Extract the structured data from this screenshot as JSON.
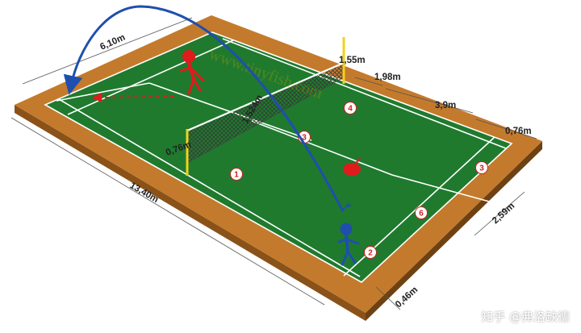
{
  "dimensions": {
    "full_length": "13,40m",
    "full_width": "6,10m",
    "post_height": "1,55m",
    "net_center_height": "1,524m",
    "net_top_height": "0,76m",
    "net_offset": "1,98m",
    "short_service": "3,9m",
    "back_gap": "0,76m",
    "doubles_side": "2,59m",
    "side_alley": "0,46m"
  },
  "position_markers": [
    "1",
    "2",
    "3",
    "3",
    "4",
    "6"
  ],
  "watermark": "www.tinyfish.com",
  "credit": "知乎 @弗洛缺德",
  "colors": {
    "floor": "#c47a2c",
    "court": "#1f7a2e",
    "lines": "#ffffff",
    "trajectory": "#1f4fae",
    "red_player": "#e01b1b",
    "blue_player": "#1f4fae",
    "posts": "#f2d21b"
  }
}
